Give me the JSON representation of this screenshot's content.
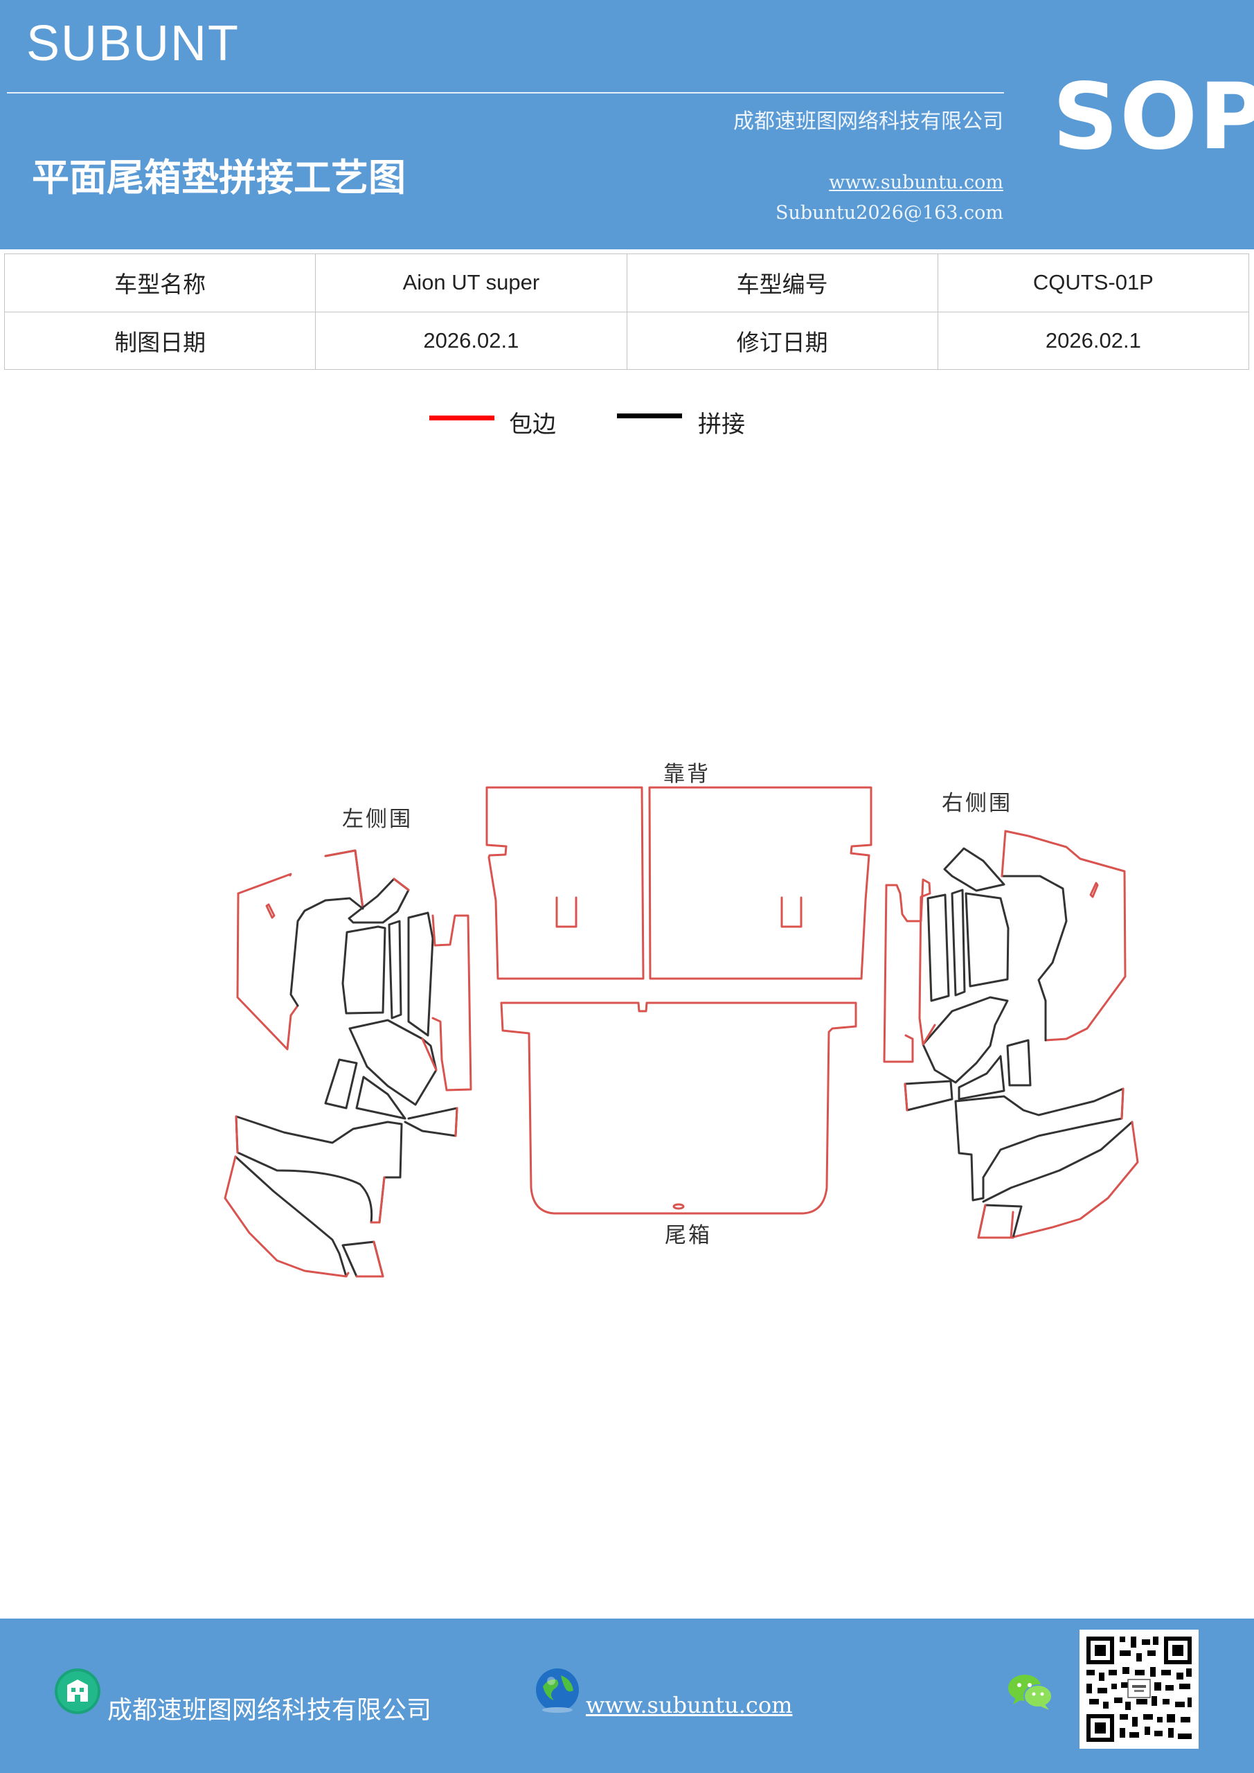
{
  "header": {
    "brand": "SUBUNT",
    "company": "成都速班图网络科技有限公司",
    "title": "平面尾箱垫拼接工艺图",
    "url": "www.subuntu.com",
    "email": "Subuntu2026@163.com",
    "badge": "SOP"
  },
  "info_table": {
    "rows": [
      [
        "车型名称",
        "Aion  UT  super",
        "车型编号",
        "CQUTS-01P"
      ],
      [
        "制图日期",
        "2026.02.1",
        "修订日期",
        "2026.02.1"
      ]
    ]
  },
  "legend": [
    {
      "label": "包边",
      "color": "#ff0000"
    },
    {
      "label": "拼接",
      "color": "#000000"
    }
  ],
  "diagram": {
    "labels": {
      "backrest": "靠背",
      "left_side": "左侧围",
      "right_side": "右侧围",
      "trunk": "尾箱"
    },
    "edge_color": "#d9534f",
    "seam_color": "#333333"
  },
  "footer": {
    "company": "成都速班图网络科技有限公司",
    "url": "www.subuntu.com",
    "icons": [
      "building-icon",
      "globe-icon",
      "wechat-icon",
      "qr-code"
    ]
  }
}
